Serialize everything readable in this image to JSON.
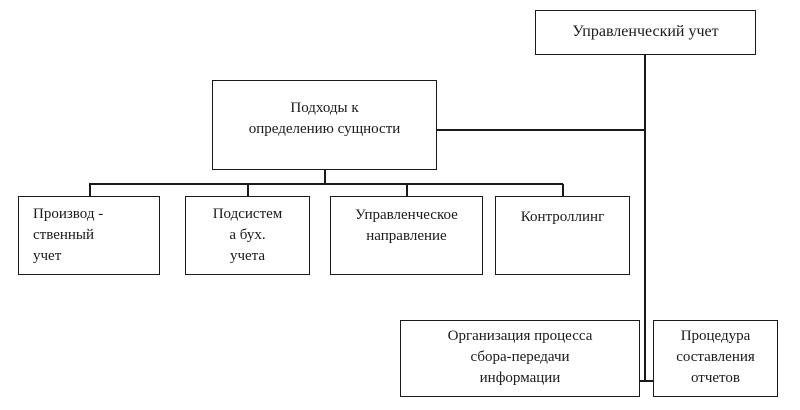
{
  "diagram": {
    "title": "Управленческий учет",
    "nodes": {
      "management_accounting": {
        "label": "Управленческий учет"
      },
      "approaches": {
        "label": "Подходы к\nопределению сущности"
      },
      "production_accounting": {
        "label": "Производ -\nственный\nучет"
      },
      "accounting_subsystem": {
        "label": "Подсистем\nа бух.\nучета"
      },
      "management_direction": {
        "label": "Управленческое\nнаправление"
      },
      "controlling": {
        "label": "Контроллинг"
      },
      "info_transfer_process": {
        "label": "Организация процесса\nсбора-передачи\nинформации"
      },
      "report_procedure": {
        "label": "Процедура\nсоставления\nотчетов"
      }
    },
    "colors": {
      "background": "#ffffff",
      "border": "#1a1a1a",
      "connector": "#1a1a1a",
      "text": "#1a1a1a"
    }
  }
}
